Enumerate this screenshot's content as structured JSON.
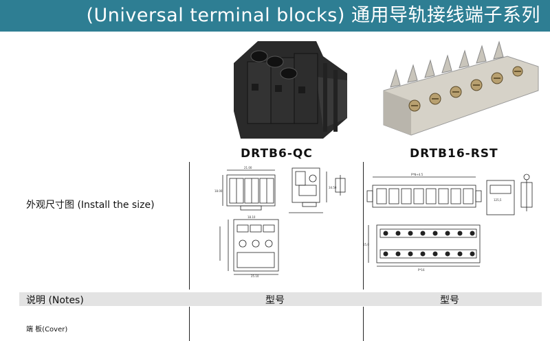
{
  "header": {
    "title": "(Universal terminal blocks) 通用导轨接线端子系列"
  },
  "products": [
    {
      "model": "DRTB6-QC",
      "photo_icon": "terminal-block-photo-dark"
    },
    {
      "model": "DRTB16-RST",
      "photo_icon": "terminal-block-photo-grey"
    }
  ],
  "rows": {
    "install_label": "外观尺寸图 (Install the size)",
    "notes_label": "说明 (Notes)",
    "model_col1": "型号",
    "model_col2": "型号",
    "cover_label": "端  板(Cover)"
  }
}
